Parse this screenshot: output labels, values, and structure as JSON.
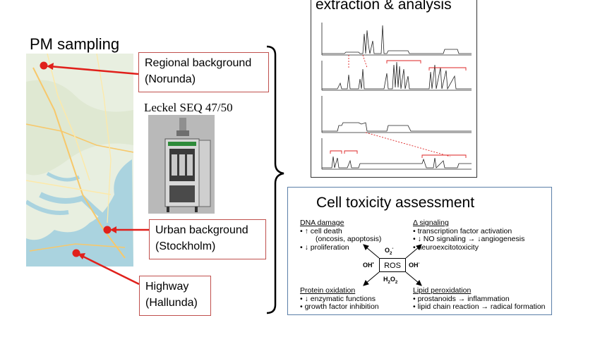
{
  "pm_sampling": {
    "title": "PM sampling"
  },
  "locations": [
    {
      "line1": "Regional background",
      "line2": "(Norunda)"
    },
    {
      "line1": "Urban background",
      "line2": "(Stockholm)"
    },
    {
      "line1": "Highway",
      "line2": "(Hallunda)"
    }
  ],
  "sampler": {
    "label": "Leckel SEQ 47/50"
  },
  "extraction": {
    "title": "extraction & analysis"
  },
  "cell_toxicity": {
    "title": "Cell toxicity assessment",
    "center": "ROS",
    "molecules": {
      "o2": "O",
      "oh_left": "OH",
      "oh_right": "OH",
      "h2o2_h": "H",
      "h2o2_2": "2",
      "h2o2_o": "O"
    },
    "dna_damage": {
      "heading": "DNA damage",
      "items": [
        "• ↑ cell death",
        "(oncosis, apoptosis)",
        "• ↓ proliferation"
      ]
    },
    "signaling": {
      "heading": "Δ signaling",
      "items": [
        "• transcription factor activation",
        "• ↓ NO signaling → ↓angiogenesis",
        "• neuroexcitotoxicity"
      ]
    },
    "protein_oxidation": {
      "heading": "Protein oxidation",
      "items": [
        "• ↓ enzymatic functions",
        "• growth factor inhibition"
      ]
    },
    "lipid_peroxidation": {
      "heading": "Lipid peroxidation",
      "items": [
        "• prostanoids → inflammation",
        "• lipid chain reaction → radical formation"
      ]
    }
  },
  "colors": {
    "marker": "#e0201b",
    "box_border": "#c0504d",
    "cell_border": "#5b7fa8"
  }
}
